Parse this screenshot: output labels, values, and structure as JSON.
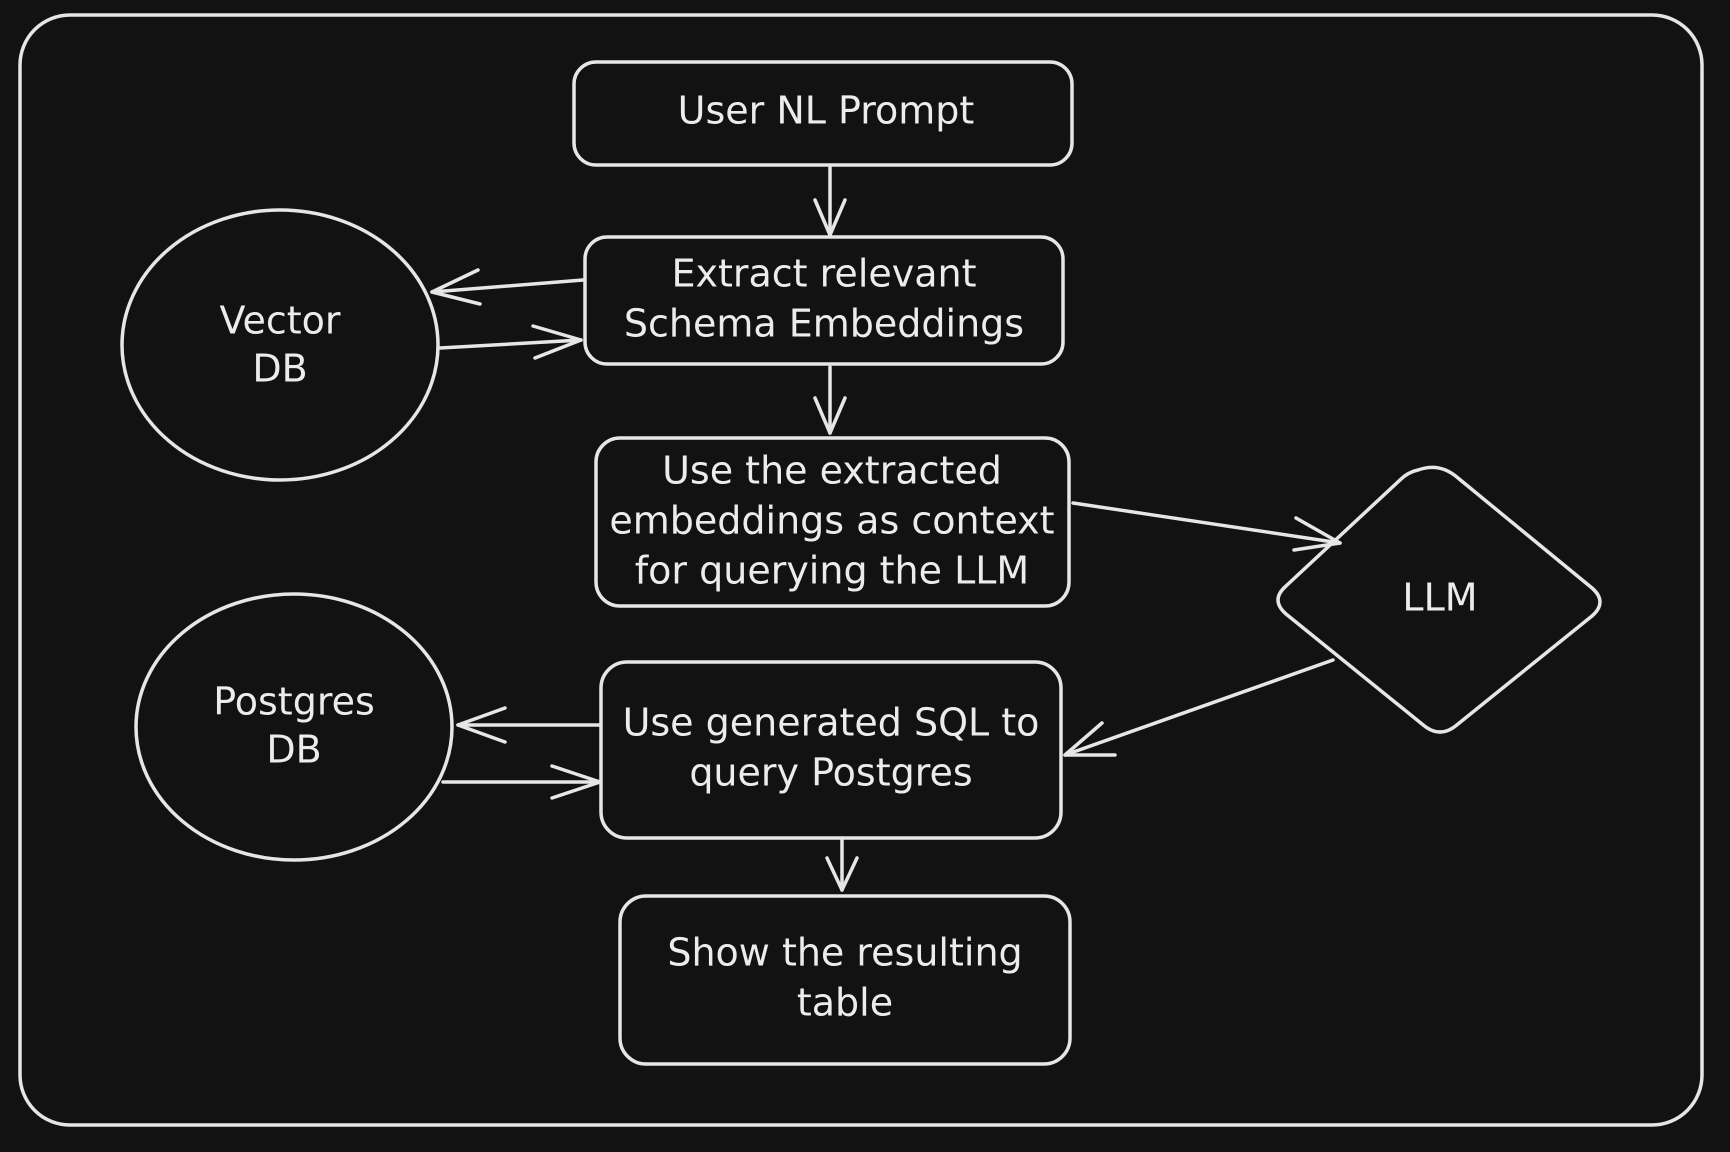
{
  "nodes": {
    "user_prompt": {
      "label": "User NL Prompt"
    },
    "extract": {
      "lines": [
        "Extract relevant",
        "Schema Embeddings"
      ]
    },
    "use_context": {
      "lines": [
        "Use the extracted",
        "embeddings as context",
        "for querying the LLM"
      ]
    },
    "use_sql": {
      "lines": [
        "Use generated SQL to",
        "query Postgres"
      ]
    },
    "show_table": {
      "lines": [
        "Show the resulting",
        "table"
      ]
    },
    "vector_db": {
      "lines": [
        "Vector",
        "DB"
      ]
    },
    "postgres_db": {
      "lines": [
        "Postgres",
        "DB"
      ]
    },
    "llm": {
      "label": "LLM"
    }
  },
  "colors": {
    "background": "#121212",
    "stroke": "#e6e6e6",
    "text": "#ececec"
  }
}
